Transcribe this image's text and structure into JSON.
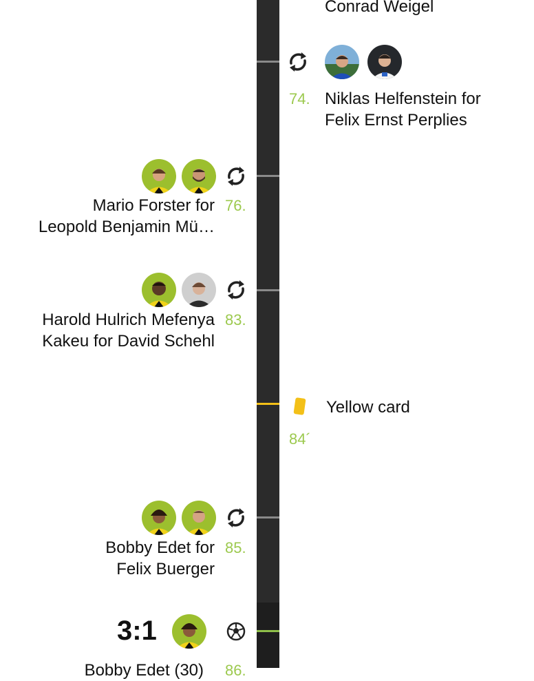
{
  "events": [
    {
      "id": "sub-74",
      "type": "substitution",
      "side": "right",
      "minute": "74.",
      "line1": "Niklas Helfenstein for",
      "line2": "Felix Ernst Perplies",
      "icon": "substitution-icon"
    },
    {
      "id": "sub-76",
      "type": "substitution",
      "side": "left",
      "minute": "76.",
      "line1": "Mario Forster for",
      "line2": "Leopold Benjamin Mü…",
      "icon": "substitution-icon"
    },
    {
      "id": "sub-83",
      "type": "substitution",
      "side": "left",
      "minute": "83.",
      "line1": "Harold Hulrich Mefenya",
      "line2": "Kakeu for David Schehl",
      "icon": "substitution-icon"
    },
    {
      "id": "card-84",
      "type": "yellow-card",
      "side": "right",
      "minute": "84´",
      "label": "Yellow card",
      "icon": "yellow-card-icon"
    },
    {
      "id": "sub-85",
      "type": "substitution",
      "side": "left",
      "minute": "85.",
      "line1": "Bobby Edet for",
      "line2": "Felix Buerger",
      "icon": "substitution-icon"
    },
    {
      "id": "goal-86",
      "type": "goal",
      "side": "left",
      "minute": "86.",
      "score": "3:1",
      "scorer": "Bobby Edet (30)",
      "icon": "soccer-ball-icon"
    }
  ],
  "previous_event": {
    "line2": "Conrad Weigel"
  },
  "colors": {
    "timeline": "#2b2b2b",
    "minute": "#9cc94e",
    "yellow": "#f3c018",
    "goal_line": "#8fc04a"
  }
}
